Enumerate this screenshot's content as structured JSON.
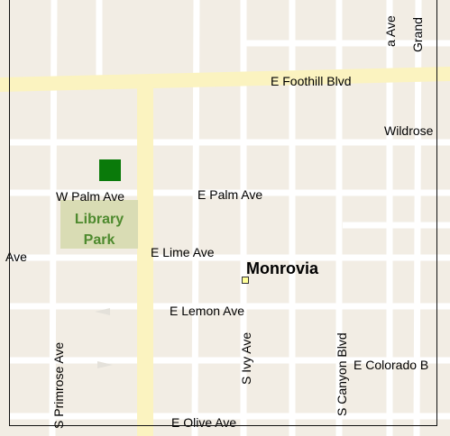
{
  "map": {
    "colors": {
      "land": "#f2ede4",
      "street": "#ffffff",
      "arterial": "#fbf3c0",
      "park": "#d9dcb4",
      "park_text": "#4e8a2e",
      "marker": "#0a7a0a",
      "label": "#000000"
    },
    "labels": {
      "foothill": "E Foothill Blvd",
      "wildrose": "Wildrose",
      "w_palm": "W Palm Ave",
      "e_palm": "E Palm Ave",
      "library": "Library",
      "park": "Park",
      "ave_left": "Ave",
      "e_lime": "E Lime Ave",
      "monrovia": "Monrovia",
      "e_lemon": "E Lemon Ave",
      "s_primrose": "S Primrose Ave",
      "s_ivy": "S Ivy Ave",
      "s_canyon": "S Canyon Blvd",
      "e_colorado": "E Colorado B",
      "e_olive": "E Olive Ave",
      "top_ave": "a Ave",
      "grand": "Grand"
    },
    "icons": {
      "marker": "square-location-marker",
      "city": "city-point-icon",
      "arrows": "one-way-arrow-icon"
    }
  }
}
